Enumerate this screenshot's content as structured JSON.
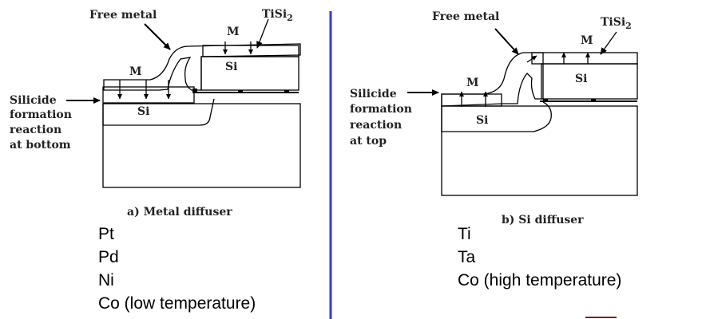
{
  "left_panel": {
    "free_metal_label": "Free metal",
    "tisi2_label": "TiSi",
    "tisi2_sub": "2",
    "m_upper": "M",
    "m_lower": "M",
    "si_upper": "Si",
    "si_lower": "Si",
    "side_label": [
      "Silicide",
      "formation",
      "reaction",
      "at  bottom"
    ],
    "caption": "a) Metal diffuser",
    "metals": [
      "Pt",
      "Pd",
      "Ni",
      "Co (low temperature)"
    ]
  },
  "right_panel": {
    "free_metal_label": "Free metal",
    "tisi2_label": "TiSi",
    "tisi2_sub": "2",
    "m_upper": "M",
    "m_lower": "M",
    "si_upper": "Si",
    "si_lower": "Si",
    "side_label": [
      "Silicide",
      "formation",
      "reaction",
      "at  top"
    ],
    "caption": "b) Si diffuser",
    "metals": [
      "Ti",
      "Ta",
      "Co (high temperature)"
    ]
  },
  "colors": {
    "divider": "#3a3acd",
    "silicide_fill": "#d8d8d8",
    "metal_fill": "#e6e6e6",
    "accent_mark": "#8b1a1a"
  }
}
